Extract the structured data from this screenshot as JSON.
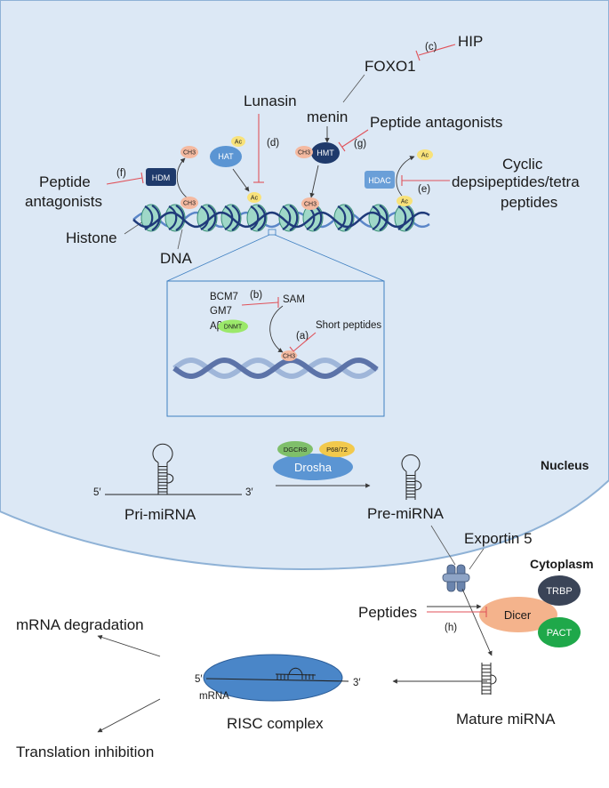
{
  "figure": {
    "regions": {
      "nucleus": "Nucleus",
      "cytoplasm": "Cytoplasm"
    },
    "histone_section": {
      "hip": "HIP",
      "foxo1": "FOXO1",
      "lunasin": "Lunasin",
      "menin": "menin",
      "peptide_antagonists_top": "Peptide antagonists",
      "peptide_antagonists_left_1": "Peptide",
      "peptide_antagonists_left_2": "antagonists",
      "cyclic_1": "Cyclic",
      "cyclic_2": "depsipeptides/tetra",
      "cyclic_3": "peptides",
      "histone": "Histone",
      "dna": "DNA",
      "enzymes": {
        "hdm": "HDM",
        "hat": "HAT",
        "hmt": "HMT",
        "hdac": "HDAC"
      },
      "marks": {
        "ch3": "CH3",
        "ac": "Ac"
      },
      "steps": {
        "c": "(c)",
        "d": "(d)",
        "e": "(e)",
        "f": "(f)",
        "g": "(g)"
      }
    },
    "dna_methylation_inset": {
      "bcm7": "BCM7",
      "gm7": "GM7",
      "abeta": "Aβ",
      "step_b": "(b)",
      "sam": "SAM",
      "dnmt": "DNMT",
      "step_a": "(a)",
      "short_peptides": "Short peptides",
      "ch3": "CH3"
    },
    "mirna_section": {
      "pri_mirna": "Pri-miRNA",
      "five_prime": "5′",
      "three_prime": "3′",
      "dgcr8": "DGCR8",
      "p68": "P68/72",
      "drosha": "Drosha",
      "pre_mirna": "Pre-miRNA",
      "exportin": "Exportin 5",
      "trbp": "TRBP",
      "dicer": "Dicer",
      "pact": "PACT",
      "peptides": "Peptides",
      "step_h": "(h)",
      "mature_mirna": "Mature miRNA",
      "mrna_degradation": "mRNA degradation",
      "translation_inhibition": "Translation inhibition",
      "risc_complex": "RISC complex",
      "mrna": "mRNA"
    },
    "colors": {
      "nucleus_fill": "#dce8f5",
      "nucleus_stroke": "#8fb2d6",
      "dna_dark": "#1f3a7a",
      "dna_light": "#5b86c8",
      "nucleosome": "#9fd8c8",
      "inhibition": "#e0525a",
      "hdm": "#1f3a6b",
      "hat": "#5b95d3",
      "hmt": "#1f3a6b",
      "hdac": "#6a9fd8",
      "ch3": "#f4b9a0",
      "ac": "#f8e27a",
      "dnmt": "#9be86a",
      "dgcr8": "#7fbf6a",
      "p68": "#f2c94c",
      "drosha": "#5b95d3",
      "trbp": "#3a4457",
      "dicer": "#f4b38c",
      "pact": "#1fa84a",
      "risc": "#4a86c8",
      "exportin": "#6a84ad"
    }
  }
}
